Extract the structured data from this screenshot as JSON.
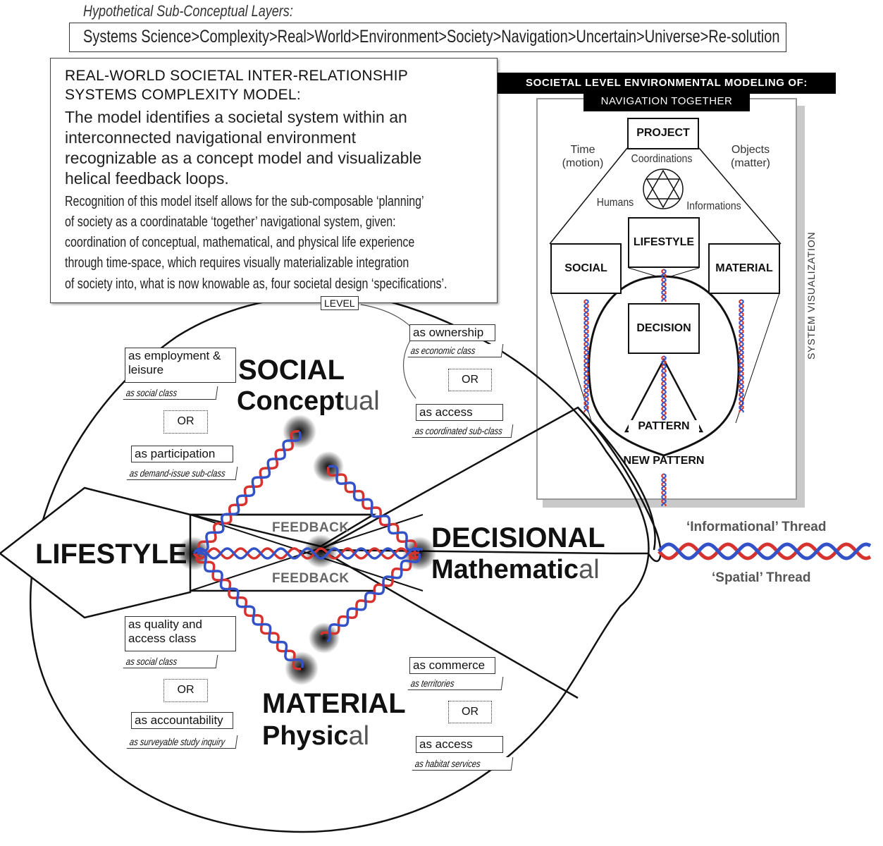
{
  "header": {
    "caption": "Hypothetical Sub-Conceptual Layers:",
    "layers": "Systems Science>Complexity>Real>World>Environment>Society>Navigation>Uncertain>Universe>Re-solution"
  },
  "model": {
    "title_line1": "REAL-WORLD SOCIETAL INTER-RELATIONSHIP",
    "title_line2": "SYSTEMS COMPLEXITY MODEL:",
    "lead": [
      "The model identifies a societal system within an",
      "interconnected navigational environment",
      "recognizable as a concept model and visualizable",
      "helical feedback loops."
    ],
    "body": [
      "Recognition of this model itself allows for the sub-composable ‘planning’",
      "of society as a coordinatable ‘together’ navigational system, given:",
      "coordination of conceptual, mathematical, and physical life experience",
      "through time-space, which requires visually materializable integration",
      "of society into, what is now knowable as, four societal design ‘specifications’."
    ],
    "level_tag": "LEVEL"
  },
  "main": {
    "lifestyle": "LIFESTYLE",
    "social_bold": "SOCIAL",
    "social_sub_bold": "Concept",
    "social_sub_light": "ual",
    "decisional_bold": "DECISIONAL",
    "decisional_sub_bold": "Mathematic",
    "decisional_sub_light": "al",
    "material_bold": "MATERIAL",
    "material_sub_bold": "Physic",
    "material_sub_light": "al",
    "feedback_top": "FEEDBACK",
    "feedback_bottom": "FEEDBACK"
  },
  "tags": {
    "employment": "as employment & leisure",
    "employment_sub": "as social class",
    "or1": "OR",
    "participation": "as participation",
    "participation_sub": "as demand-issue sub-class",
    "ownership": "as ownership",
    "ownership_sub": "as economic class",
    "or2": "OR",
    "access1": "as access",
    "access1_sub": "as coordinated sub-class",
    "quality": "as quality and access class",
    "quality_sub": "as social class",
    "or3": "OR",
    "accountability": "as accountability",
    "accountability_sub": "as surveyable study inquiry",
    "commerce": "as commerce",
    "commerce_sub": "as territories",
    "or4": "OR",
    "access2": "as access",
    "access2_sub": "as habitat services"
  },
  "panel": {
    "title": "SOCIETAL LEVEL ENVIRONMENTAL MODELING OF:",
    "subtitle": "NAVIGATION TOGETHER",
    "project": "PROJECT",
    "time_line1": "Time",
    "time_line2": "(motion)",
    "objects_line1": "Objects",
    "objects_line2": "(matter)",
    "coordinations": "Coordinations",
    "humans": "Humans",
    "informations": "Informations",
    "lifestyle": "LIFESTYLE",
    "social": "SOCIAL",
    "material": "MATERIAL",
    "decision": "DECISION",
    "pattern": "PATTERN",
    "new_pattern": "NEW PATTERN",
    "side_label": "SYSTEM VISUALIZATION"
  },
  "threads": {
    "informational": "‘Informational’ Thread",
    "spatial": "‘Spatial’ Thread"
  },
  "colors": {
    "red": "#d6332f",
    "blue": "#3452c8"
  }
}
